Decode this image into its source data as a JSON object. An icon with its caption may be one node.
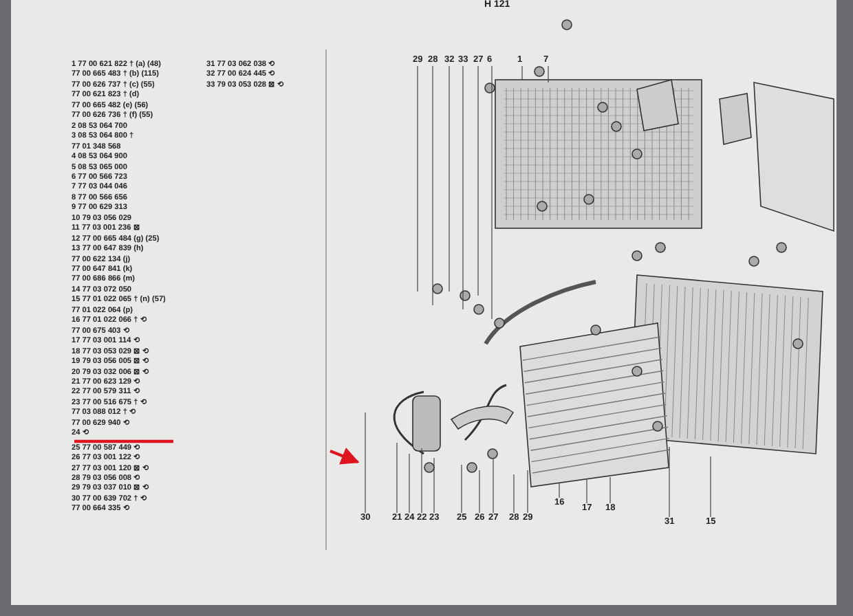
{
  "diagram": {
    "nodes": [
      {
        "text": [
          "29"
        ]
      },
      {
        "text": [
          "28"
        ]
      },
      {
        "text": [
          "32"
        ]
      },
      {
        "text": [
          "33"
        ]
      },
      {
        "text": [
          "27"
        ]
      },
      {
        "text": [
          "6"
        ]
      },
      {
        "text": [
          "1"
        ]
      },
      {
        "text": [
          "7"
        ]
      },
      {
        "text": [
          "30"
        ]
      },
      {
        "text": [
          "21"
        ]
      },
      {
        "text": [
          "24"
        ]
      },
      {
        "text": [
          "22"
        ]
      },
      {
        "text": [
          "23"
        ]
      },
      {
        "text": [
          "25"
        ]
      },
      {
        "text": [
          "26"
        ]
      },
      {
        "text": [
          "27"
        ]
      },
      {
        "text": [
          "28"
        ]
      },
      {
        "text": [
          "29"
        ]
      },
      {
        "text": [
          "16"
        ]
      },
      {
        "text": [
          "17"
        ]
      },
      {
        "text": [
          "18"
        ]
      },
      {
        "text": [
          "31"
        ]
      },
      {
        "text": [
          "15"
        ]
      }
    ],
    "edges": [
      {
        "from": 0,
        "to": null,
        "arrow": "none"
      },
      {
        "from": 1,
        "to": null,
        "arrow": "none"
      },
      {
        "from": 2,
        "to": null,
        "arrow": "none"
      },
      {
        "from": 3,
        "to": null,
        "arrow": "none"
      },
      {
        "from": 4,
        "to": null,
        "arrow": "none"
      },
      {
        "from": 5,
        "to": null,
        "arrow": "none"
      },
      {
        "from": 6,
        "to": null,
        "arrow": "none"
      },
      {
        "from": 7,
        "to": null,
        "arrow": "none"
      },
      {
        "from": 8,
        "to": null,
        "arrow": "none"
      },
      {
        "from": 9,
        "to": null,
        "arrow": "none"
      },
      {
        "from": 10,
        "to": null,
        "arrow": "none"
      },
      {
        "from": 11,
        "to": null,
        "arrow": "none"
      },
      {
        "from": 12,
        "to": null,
        "arrow": "none"
      },
      {
        "from": 13,
        "to": null,
        "arrow": "none"
      },
      {
        "from": 14,
        "to": null,
        "arrow": "none"
      },
      {
        "from": 15,
        "to": null,
        "arrow": "none"
      },
      {
        "from": 16,
        "to": null,
        "arrow": "none"
      },
      {
        "from": 17,
        "to": null,
        "arrow": "none"
      },
      {
        "from": 18,
        "to": null,
        "arrow": "none"
      },
      {
        "from": 19,
        "to": null,
        "arrow": "none"
      },
      {
        "from": 20,
        "to": null,
        "arrow": "none"
      },
      {
        "from": 21,
        "to": null,
        "arrow": "none"
      },
      {
        "from": 22,
        "to": null,
        "arrow": "none"
      }
    ],
    "labels": [
      "H 121",
      "1 77 00 621 822 † (a) (48)",
      "77 00 665 483 † (b) (115)",
      "77 00 626 737 † (c) (55)",
      "77 00 621 823 † (d)",
      "77 00 665 482 (e) (56)",
      "77 00 626 736 † (f) (55)",
      "2 08 53 064 700",
      "3 08 53 064 800 †",
      "77 01 348 568",
      "4 08 53 064 900",
      "5 08 53 065 000",
      "6 77 00 566 723",
      "7 77 03 044 046",
      "8 77 00 566 656",
      "9 77 00 629 313",
      "10 79 03 056 029",
      "11 77 03 001 236 ⊠",
      "12 77 00 665 484 (g) (25)",
      "13 77 00 647 839 (h)",
      "77 00 622 134 (j)",
      "77 00 647 841 (k)",
      "77 00 686 866 (m)",
      "14 77 03 072 050",
      "15 77 01 022 065 † (n) (57)",
      "77 01 022 064 (p)",
      "16 77 01 022 066 † ⟲",
      "77 00 675 403 ⟲",
      "17 77 03 001 114 ⟲",
      "18 77 03 053 029 ⊠ ⟲",
      "19 79 03 056 005 ⊠ ⟲",
      "20 79 03 032 006 ⊠ ⟲",
      "21 77 00 623 129 ⟲",
      "22 77 00 579 311 ⟲",
      "23 77 00 516 675 † ⟲",
      "77 03 088 012 † ⟲",
      "77 00 629 940 ⟲",
      "24 ⟲",
      "25 77 00 587 449 ⟲",
      "26 77 03 001 122 ⟲",
      "27 77 03 001 120 ⊠ ⟲",
      "28 79 03 056 008 ⟲",
      "29 79 03 037 010 ⊠ ⟲",
      "30 77 00 639 702 † ⟲",
      "77 00 664 335 ⟲",
      "31 77 03 062 038 ⟲",
      "32 77 00 624 445 ⟲",
      "33 79 03 053 028 ⊠ ⟲"
    ]
  }
}
